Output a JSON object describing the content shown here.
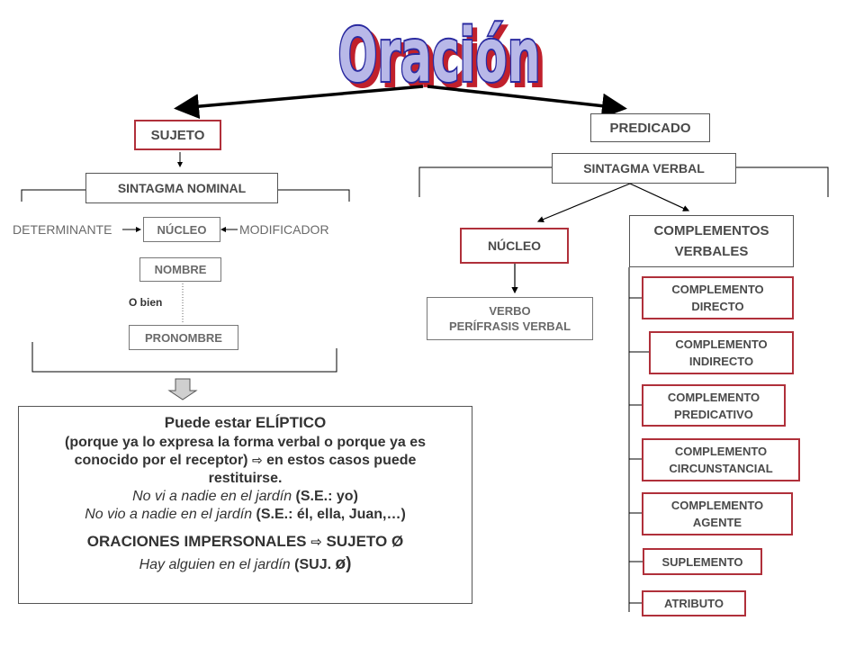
{
  "title": "Oración",
  "sujeto": {
    "label": "SUJETO",
    "sintagma": "SINTAGMA NOMINAL",
    "determinante": "DETERMINANTE",
    "nucleo": "NÚCLEO",
    "modificador": "MODIFICADOR",
    "nombre": "NOMBRE",
    "o_bien": "O bien",
    "pronombre": "PRONOMBRE"
  },
  "predicado": {
    "label": "PREDICADO",
    "sintagma": "SINTAGMA VERBAL",
    "nucleo": "NÚCLEO",
    "verbo_line1": "VERBO",
    "verbo_line2": "PERÍFRASIS VERBAL",
    "complementos_line1": "COMPLEMENTOS",
    "complementos_line2": "VERBALES",
    "complementos": [
      {
        "line1": "COMPLEMENTO",
        "line2": "DIRECTO"
      },
      {
        "line1": "COMPLEMENTO",
        "line2": "INDIRECTO"
      },
      {
        "line1": "COMPLEMENTO",
        "line2": "PREDICATIVO"
      },
      {
        "line1": "COMPLEMENTO",
        "line2": "CIRCUNSTANCIAL"
      },
      {
        "line1": "COMPLEMENTO",
        "line2": "AGENTE"
      },
      {
        "line1": "SUPLEMENTO",
        "line2": ""
      },
      {
        "line1": "ATRIBUTO",
        "line2": ""
      }
    ]
  },
  "note": {
    "heading_prefix": "Puede estar ",
    "heading_word": "ELÍPTICO",
    "explanation_line1": "(porque ya lo expresa la forma verbal o porque ya es",
    "explanation_line2_prefix": "conocido por el receptor) ",
    "explanation_arrow": "⇨",
    "explanation_line2_suffix": " en estos casos puede",
    "explanation_line3": "restituirse.",
    "example1_italic": "No vi a nadie en el jardín",
    "example1_plain": " (S.E.: yo)",
    "example2_italic": "No vio a nadie en el jardín",
    "example2_plain": " (S.E.: él, ella, Juan,…)",
    "impersonal_prefix": "ORACIONES IMPERSONALES ",
    "impersonal_arrow": "⇨",
    "impersonal_suffix": " SUJETO Ø",
    "example3_italic": "Hay alguien en el jardín",
    "example3_plain": " (SUJ. ",
    "example3_symbol": "ø",
    "example3_close": ")"
  },
  "colors": {
    "title_fill": "#b8b8e8",
    "title_stroke": "#2a2aa0",
    "title_shadow": "#c0202c",
    "red_border": "#b0303a",
    "dark_border": "#555555"
  }
}
